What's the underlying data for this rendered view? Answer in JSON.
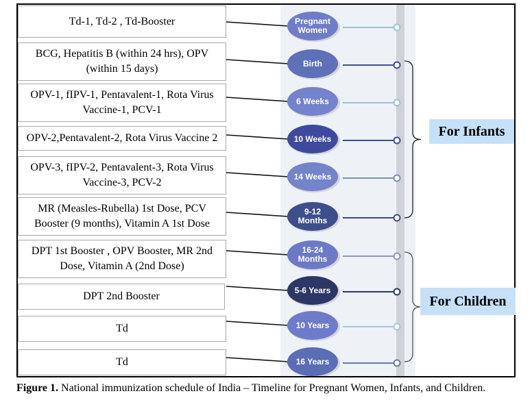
{
  "rows": [
    {
      "vaccines": "Td-1,  Td-2 , Td-Booster",
      "stage": [
        "Pregnant",
        "Women"
      ],
      "color": "#6f7cc7",
      "connector": "#9ac2cf"
    },
    {
      "vaccines": "BCG, Hepatitis B (within 24 hrs), OPV (within 15 days)",
      "stage": [
        "Birth"
      ],
      "color": "#5e71b8",
      "connector": "#3f4f95"
    },
    {
      "vaccines": "OPV-1, fIPV-1, Pentavalent-1, Rota Virus Vaccine-1, PCV-1",
      "stage": [
        "6 Weeks"
      ],
      "color": "#7483cb",
      "connector": "#9ac2cf"
    },
    {
      "vaccines": "OPV-2,Pentavalent-2, Rota Virus Vaccine 2",
      "stage": [
        "10 Weeks"
      ],
      "color": "#3f4a9e",
      "connector": "#3f4a9e"
    },
    {
      "vaccines": "OPV-3, fIPV-2, Pentavalent-3, Rota Virus Vaccine-3, PCV-2",
      "stage": [
        "14 Weeks"
      ],
      "color": "#7384cb",
      "connector": "#7a8fbe"
    },
    {
      "vaccines": "MR (Measles-Rubella) 1st Dose, PCV Booster (9 months), Vitamin A 1st Dose",
      "stage": [
        "9-12",
        "Months"
      ],
      "color": "#3e4e8a",
      "connector": "#3e4e8a"
    },
    {
      "vaccines": "DPT 1st Booster , OPV Booster, MR 2nd Dose, Vitamin A (2nd Dose)",
      "stage": [
        "16-24",
        "Months"
      ],
      "color": "#6b79c6",
      "connector": "#8f98b8"
    },
    {
      "vaccines": "DPT 2nd Booster",
      "stage": [
        "5-6 Years"
      ],
      "color": "#2d3766",
      "connector": "#2d3766"
    },
    {
      "vaccines": "Td",
      "stage": [
        "10 Years"
      ],
      "color": "#6e7bc8",
      "connector": "#a8c8d8"
    },
    {
      "vaccines": "Td",
      "stage": [
        "16 Years"
      ],
      "color": "#5a6db5",
      "connector": "#6b7aa8"
    }
  ],
  "groups": {
    "infants": "For Infants",
    "children": "For Children"
  },
  "caption": {
    "label": "Figure 1.",
    "text": " National immunization schedule of India – Timeline for Pregnant Women, Infants, and Children."
  }
}
